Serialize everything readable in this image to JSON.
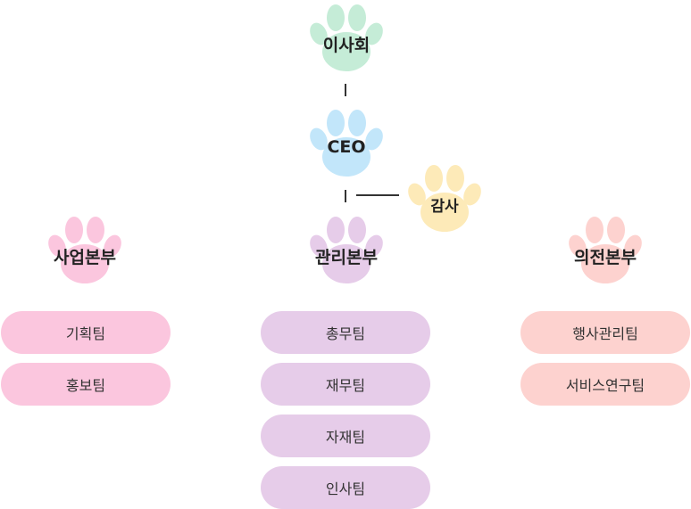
{
  "board": {
    "label": "이사회",
    "color": "#c5ecd7"
  },
  "ceo": {
    "label": "CEO",
    "color": "#c2e6fa"
  },
  "audit": {
    "label": "감사",
    "color": "#fdeab8"
  },
  "divisions": [
    {
      "label": "사업본부",
      "color": "#fbc6de",
      "teams": [
        "기획팀",
        "홍보팀"
      ]
    },
    {
      "label": "관리본부",
      "color": "#e6cce9",
      "teams": [
        "총무팀",
        "재무팀",
        "자재팀",
        "인사팀"
      ]
    },
    {
      "label": "의전본부",
      "color": "#fdd2cf",
      "teams": [
        "행사관리팀",
        "서비스연구팀"
      ]
    }
  ]
}
